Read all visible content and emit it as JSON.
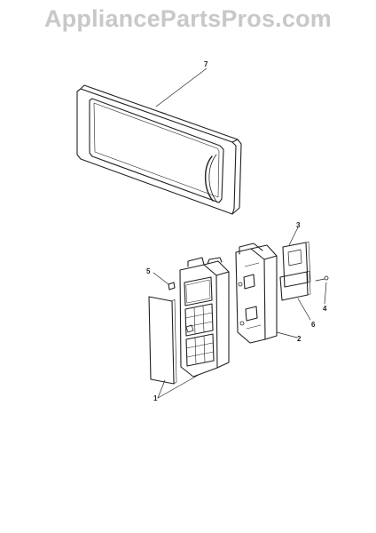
{
  "watermark": "AppliancePartsPros.com",
  "callouts": {
    "part_1": "1",
    "part_2": "2",
    "part_3": "3",
    "part_4": "4",
    "part_5": "5",
    "part_6": "6",
    "part_7": "7"
  },
  "colors": {
    "line": "#222222",
    "watermark": "#c8c8c8"
  }
}
